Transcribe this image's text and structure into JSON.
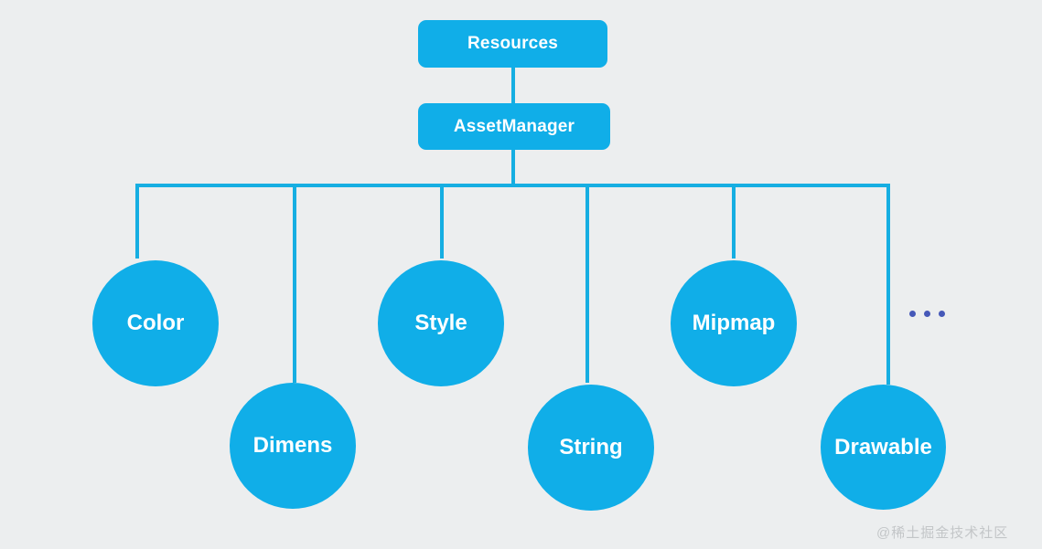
{
  "diagram": {
    "title": "Resources / AssetManager resource type hierarchy",
    "background_color": "#eceeef",
    "accent_color": "#10aee8",
    "edge_color": "#16aee2",
    "label_color": "#ffffff",
    "ellipsis_dot_color": "#4558b8",
    "boxes": [
      {
        "id": "resources",
        "label": "Resources"
      },
      {
        "id": "assetmanager",
        "label": "AssetManager"
      }
    ],
    "circles": [
      {
        "id": "color",
        "label": "Color"
      },
      {
        "id": "dimens",
        "label": "Dimens"
      },
      {
        "id": "style",
        "label": "Style"
      },
      {
        "id": "string",
        "label": "String"
      },
      {
        "id": "mipmap",
        "label": "Mipmap"
      },
      {
        "id": "drawable",
        "label": "Drawable"
      }
    ],
    "ellipsis": {
      "id": "more-items",
      "label": "...",
      "dot_count": 3
    },
    "watermark": {
      "text": "@稀土掘金技术社区"
    }
  }
}
